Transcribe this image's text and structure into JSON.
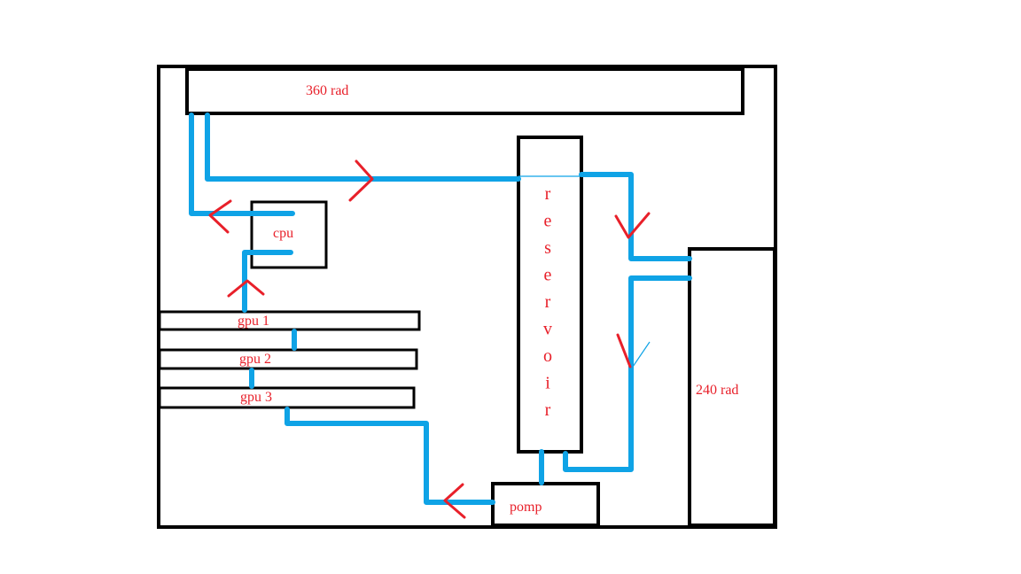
{
  "diagram": {
    "colors": {
      "outline": "#000000",
      "tube": "#0fa3e6",
      "arrow": "#e8202a",
      "label": "#e8202a",
      "background": "#ffffff"
    },
    "labels": {
      "rad360": "360 rad",
      "cpu": "cpu",
      "gpu1": "gpu 1",
      "gpu2": "gpu 2",
      "gpu3": "gpu 3",
      "reservoir": "reservoir",
      "rad240": "240 rad",
      "pump": "pomp"
    }
  }
}
